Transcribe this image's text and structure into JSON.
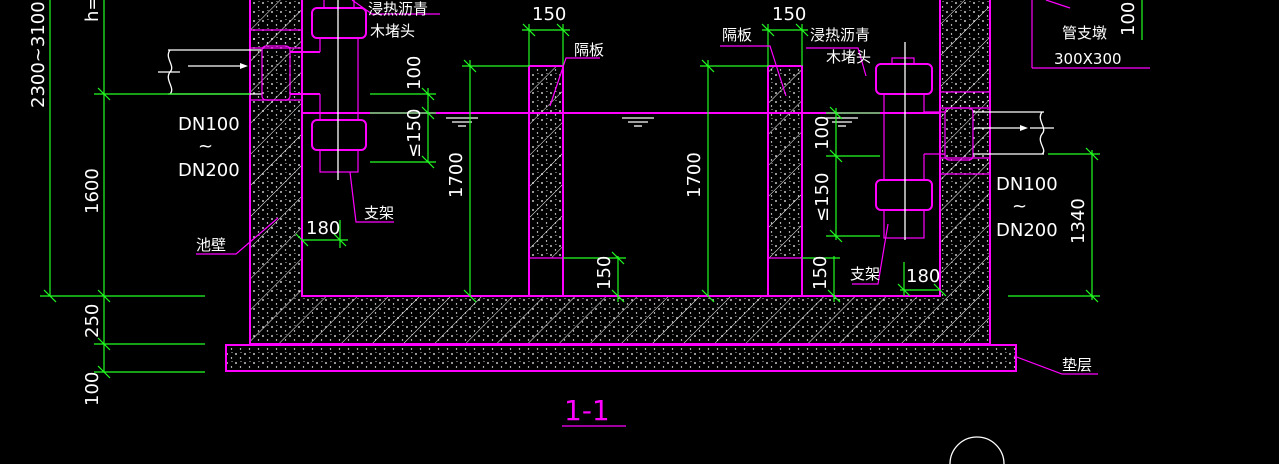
{
  "colors": {
    "outline": "#ff00ff",
    "dimension": "#22ff22",
    "text": "#ffffff",
    "background": "#000000"
  },
  "section_title": "1-1",
  "labels": {
    "asphalt_plug_left_1": "浸热沥青",
    "asphalt_plug_left_2": "木堵头",
    "asphalt_plug_right_1": "浸热沥青",
    "asphalt_plug_right_2": "木堵头",
    "baffle_left": "隔板",
    "baffle_right": "隔板",
    "support_left": "支架",
    "support_right": "支架",
    "pool_wall": "池壁",
    "cushion": "垫层",
    "pipe_pier_1": "管支墩",
    "pipe_pier_2": "300X300",
    "inlet_1": "DN100",
    "inlet_2": "~",
    "inlet_3": "DN200",
    "outlet_1": "DN100",
    "outlet_2": "~",
    "outlet_3": "DN200"
  },
  "dims": {
    "h_top": "h=",
    "total_range": "2300~3100",
    "d1600": "1600",
    "d250": "250",
    "d100_bottom": "100",
    "d100_left": "100",
    "d150_left_sub": "≤150",
    "d1700_left": "1700",
    "d180_left": "180",
    "d150_top_left": "150",
    "d150_floor": "150",
    "d1700_mid": "1700",
    "d150_top_right": "150",
    "d100_right": "100",
    "d150_right_sub": "≤150",
    "d150_right_floor": "150",
    "d180_right": "180",
    "d1340": "1340",
    "d100_pier": "100"
  }
}
